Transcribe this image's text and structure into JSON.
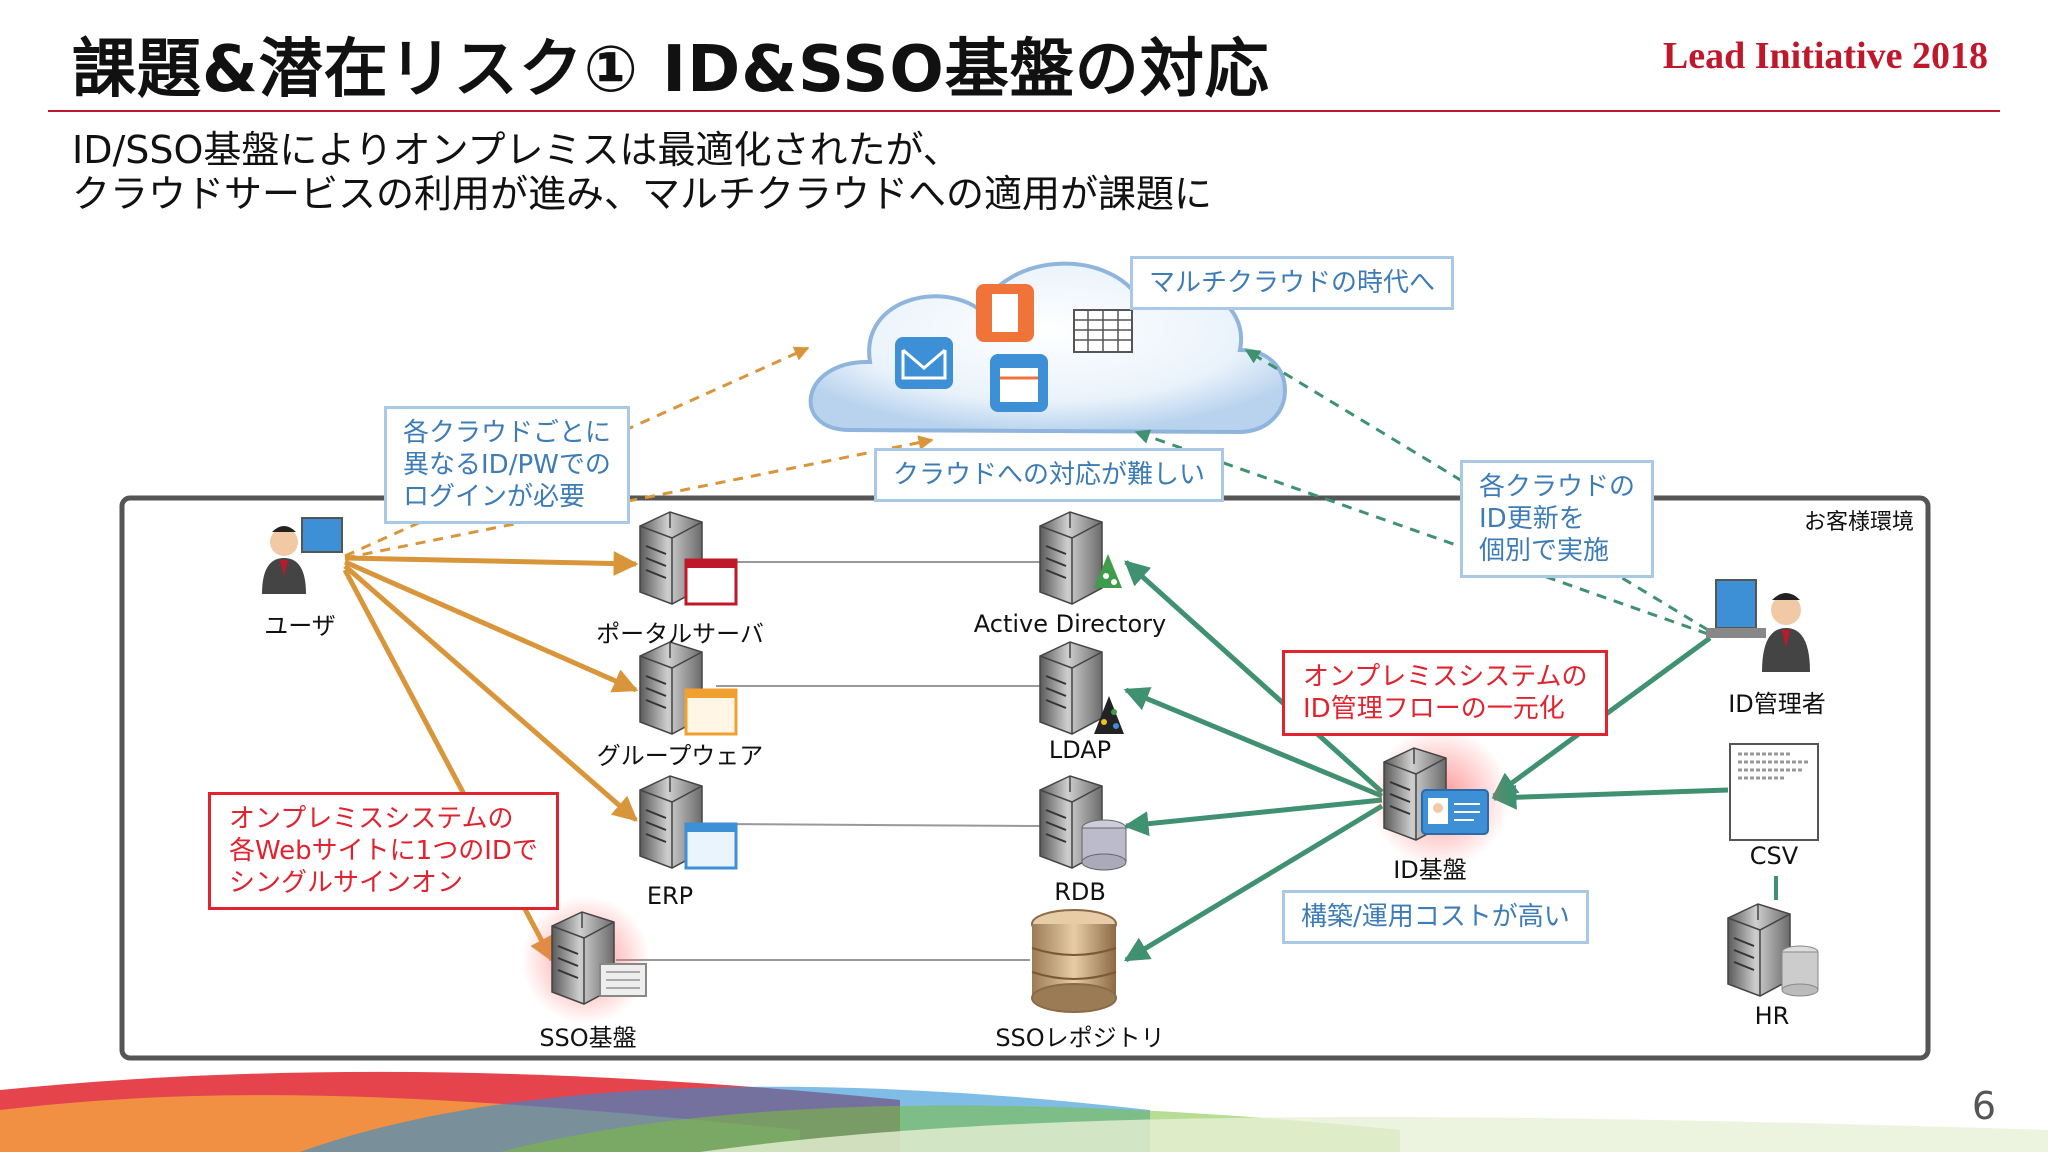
{
  "slide": {
    "title": "課題&潜在リスク① ID&SSO基盤の対応",
    "brand": "Lead Initiative 2018",
    "subtitle_lines": [
      "ID/SSO基盤によりオンプレミスは最適化されたが、",
      "クラウドサービスの利用が進み、マルチクラウドへの適用が課題に"
    ],
    "page_number": "6"
  },
  "diagram": {
    "environment_label": "お客様環境",
    "nodes": {
      "user": "ユーザ",
      "portal": "ポータルサーバ",
      "groupware": "グループウェア",
      "erp": "ERP",
      "sso": "SSO基盤",
      "ad": "Active Directory",
      "ldap": "LDAP",
      "rdb": "RDB",
      "sso_repo": "SSOレポジトリ",
      "id_base": "ID基盤",
      "id_admin": "ID管理者",
      "csv": "CSV",
      "hr": "HR"
    },
    "callouts": {
      "multicloud": [
        "マルチクラウドの時代へ"
      ],
      "per_cloud_login": [
        "各クラウドごとに",
        "異なるID/PWでの",
        "ログインが必要"
      ],
      "cloud_difficult": [
        "クラウドへの対応が難しい"
      ],
      "per_cloud_update": [
        "各クラウドの",
        "ID更新を",
        "個別で実施"
      ],
      "onprem_flow": [
        "オンプレミスシステムの",
        "ID管理フローの一元化"
      ],
      "onprem_sso": [
        "オンプレミスシステムの",
        "各Webサイトに1つのIDで",
        "シングルサインオン"
      ],
      "cost_high": [
        "構築/運用コストが高い"
      ]
    },
    "colors": {
      "accent_red": "#c0182b",
      "callout_red": "#e0232e",
      "callout_blue": "#3d7cb6",
      "orange_arrow": "#d9953a",
      "green_arrow": "#3f9171"
    }
  }
}
